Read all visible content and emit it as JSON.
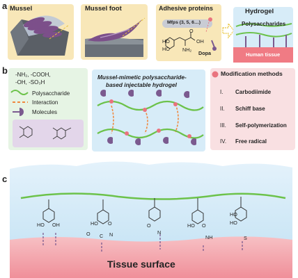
{
  "panel_a": {
    "letter": "a",
    "mussel": "Mussel",
    "mussel_foot": "Mussel foot",
    "adhesive_proteins": "Adhesive proteins",
    "mfps": "Mfps (3, 5, 6…)",
    "dopa": "Dopa",
    "oh": "OH",
    "ho": "HO",
    "o": "O",
    "nh2": "NH₂",
    "hydrogel": "Hydrogel",
    "polysaccharides": "Polysaccharides",
    "human_tissue": "Human tissue"
  },
  "panel_b": {
    "letter": "b",
    "groups_line1": "-NH₂, -COOH,",
    "groups_line2": "-OH, -SO₃H",
    "legend": [
      {
        "label": "Polysaccharide"
      },
      {
        "label": "Interaction"
      },
      {
        "label": "Molecules"
      }
    ],
    "center_title_line1": "Mussel-mimetic  polysaccharide-",
    "center_title_line2": "based injectable hydrogel",
    "methods_title": "Modification methods",
    "methods": [
      {
        "num": "I.",
        "label": "Carbodiimide"
      },
      {
        "num": "II.",
        "label": "Schiff base"
      },
      {
        "num": "III.",
        "label": "Self-polymerization"
      },
      {
        "num": "IV.",
        "label": "Free radical"
      }
    ],
    "colors": {
      "green": "#6cc24a",
      "orange": "#f0883e",
      "purple": "#7b5a8f",
      "pink": "#e9737e"
    }
  },
  "panel_c": {
    "letter": "c",
    "tissue_surface": "Tissue surface",
    "ho": "HO",
    "oh": "OH",
    "o": "O",
    "c": "C",
    "n": "N",
    "nh": "NH",
    "s": "S"
  }
}
